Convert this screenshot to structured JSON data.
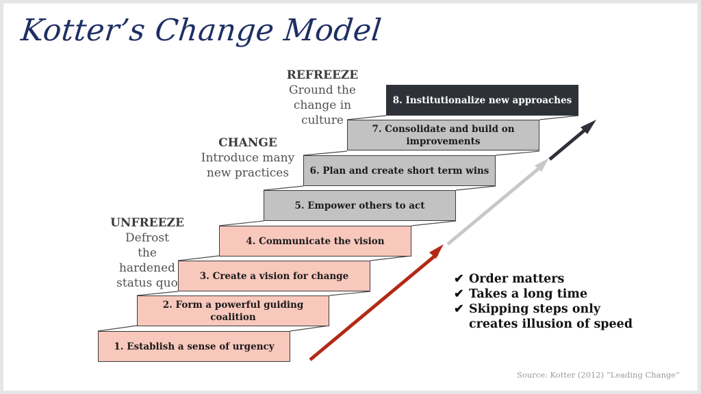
{
  "title": "Kotter’s Change Model",
  "phases": [
    {
      "name": "REFREEZE",
      "desc": "Ground the change in culture"
    },
    {
      "name": "CHANGE",
      "desc": "Introduce many new practices"
    },
    {
      "name": "UNFREEZE",
      "desc": "Defrost the hardened status quo"
    }
  ],
  "steps": [
    {
      "label": "1. Establish a sense of urgency",
      "phase": "UNFREEZE"
    },
    {
      "label": "2. Form a powerful guiding coalition",
      "phase": "UNFREEZE"
    },
    {
      "label": "3. Create a vision for change",
      "phase": "UNFREEZE"
    },
    {
      "label": "4. Communicate the vision",
      "phase": "UNFREEZE"
    },
    {
      "label": "5. Empower others to act",
      "phase": "CHANGE"
    },
    {
      "label": "6. Plan and create short term wins",
      "phase": "CHANGE"
    },
    {
      "label": "7. Consolidate and build on improvements",
      "phase": "CHANGE"
    },
    {
      "label": "8. Institutionalize new approaches",
      "phase": "REFREEZE"
    }
  ],
  "notes": [
    {
      "icon": "check-icon",
      "text": "Order matters"
    },
    {
      "icon": "check-icon",
      "text": "Takes a long time"
    },
    {
      "icon": "check-icon",
      "text": "Skipping steps only creates illusion of speed"
    }
  ],
  "source": "Source: Kotter (2012) “Leading Change”",
  "colors": {
    "title": "#1f2f63",
    "unfreeze": "#f8c8bc",
    "change": "#c2c2c2",
    "refreeze": "#2f3138",
    "arrow_unfreeze": "#b22a15",
    "arrow_change": "#c8c8c8",
    "arrow_refreeze": "#2f3138"
  }
}
